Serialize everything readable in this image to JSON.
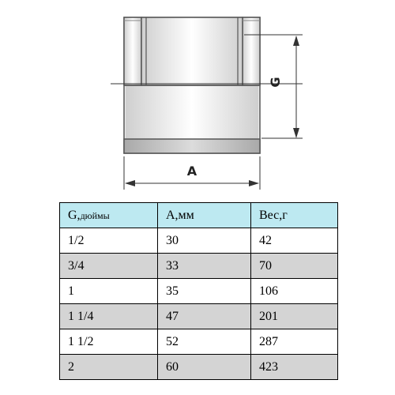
{
  "drawing": {
    "dimension_g_label": "G",
    "dimension_a_label": "A"
  },
  "table": {
    "header": {
      "col1_main": "G,",
      "col1_unit": "дюймы",
      "col2": "А,мм",
      "col3": "Вес,г"
    },
    "rows": [
      {
        "g": "1/2",
        "a": "30",
        "weight": "42"
      },
      {
        "g": "3/4",
        "a": "33",
        "weight": "70"
      },
      {
        "g": "1",
        "a": "35",
        "weight": "106"
      },
      {
        "g": "1 1/4",
        "a": "47",
        "weight": "201"
      },
      {
        "g": "1 1/2",
        "a": "52",
        "weight": "287"
      },
      {
        "g": "2",
        "a": "60",
        "weight": "423"
      }
    ],
    "colors": {
      "header_bg": "#bde9f1",
      "alt_row_bg": "#d4d4d4",
      "row_bg": "#ffffff"
    }
  }
}
